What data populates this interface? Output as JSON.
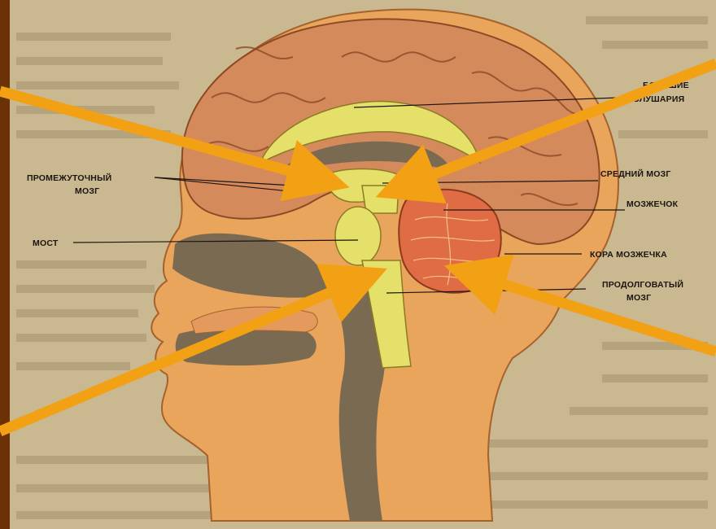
{
  "labels": {
    "hemispheres_l1": "БОЛЬШИЕ",
    "hemispheres_l2": "ПОЛУШАРИЯ",
    "diencephalon_l1": "ПРОМЕЖУТОЧНЫЙ",
    "diencephalon_l2": "МОЗГ",
    "pons": "МОСТ",
    "midbrain": "СРЕДНИЙ МОЗГ",
    "cerebellum": "МОЗЖЕЧОК",
    "cerebellar_cortex": "КОРА МОЗЖЕЧКА",
    "medulla_l1": "ПРОДОЛГОВАТЫЙ",
    "medulla_l2": "МОЗГ"
  },
  "colors": {
    "frame": "#6b3208",
    "page": "#c9b890",
    "head": "#e9a55c",
    "brain": "#d58a5c",
    "brainstem": "#e4e06a",
    "cerebellum": "#e06c46",
    "cavity": "#7a6a52",
    "arrow": "#f2a114"
  },
  "arrows": [
    {
      "name": "arrow-to-diencephalon"
    },
    {
      "name": "arrow-to-midbrain"
    },
    {
      "name": "arrow-to-pons"
    },
    {
      "name": "arrow-to-medulla"
    }
  ]
}
